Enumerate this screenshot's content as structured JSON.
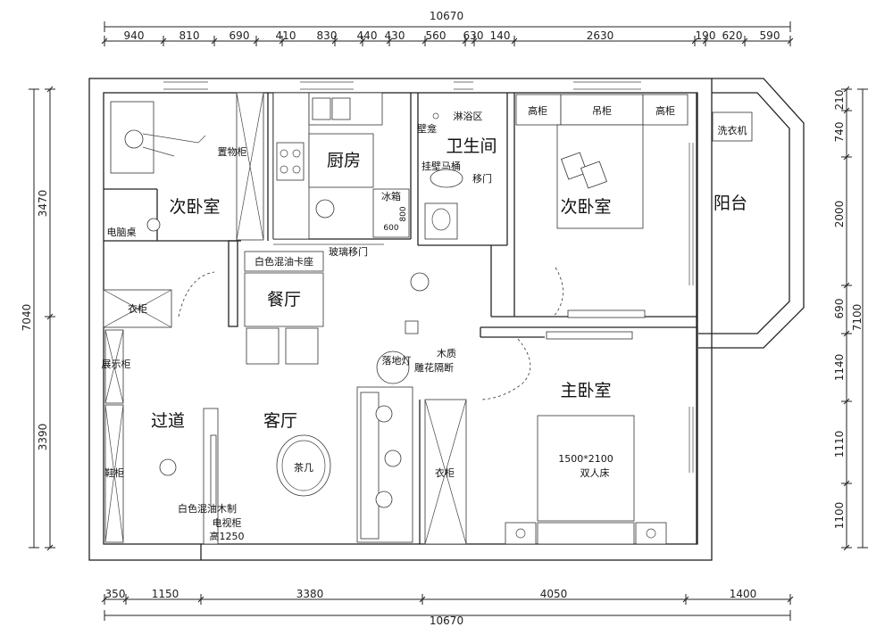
{
  "top_total": "10670",
  "top_segments": [
    "940",
    "810",
    "690",
    "410",
    "830",
    "440",
    "430",
    "560",
    "630",
    "140",
    "2630",
    "190",
    "620",
    "590"
  ],
  "bottom_total": "10670",
  "bottom_segments": [
    "350",
    "1150",
    "3380",
    "4050",
    "1400"
  ],
  "left_segments": [
    "3470",
    "3390"
  ],
  "left_total": "7040",
  "right_segments": [
    "210",
    "740",
    "2000",
    "690",
    "1140",
    "1110",
    "1100"
  ],
  "right_total": "7100",
  "rooms": {
    "bedroom_nw": "次卧室",
    "kitchen": "厨房",
    "bathroom": "卫生间",
    "bedroom_ne": "次卧室",
    "balcony": "阳台",
    "dining": "餐厅",
    "master": "主卧室",
    "hallway": "过道",
    "living": "客厅"
  },
  "labels": {
    "storage_cabinet": "置物柜",
    "computer_desk": "电脑桌",
    "wardrobe_left": "衣柜",
    "display_cabinet": "展示柜",
    "shoe_cabinet": "鞋柜",
    "fridge": "冰箱",
    "fridge_w": "600",
    "fridge_d": "800",
    "glass_door": "玻璃移门",
    "booth_seat": "白色混油卡座",
    "shower": "淋浴区",
    "niche": "壁龛",
    "wall_toilet": "挂壁马桶",
    "sliding_door": "移门",
    "tall_cab_1": "高柜",
    "hanging_cab": "吊柜",
    "tall_cab_2": "高柜",
    "washer": "洗衣机",
    "floor_lamp": "落地灯",
    "wood_partition_1": "木质",
    "wood_partition_2": "雕花隔断",
    "tea_table": "茶几",
    "wardrobe_master": "衣柜",
    "bed_size": "1500*2100",
    "double_bed": "双人床",
    "tv_1": "白色混油木制",
    "tv_2": "电视柜",
    "tv_3": "高1250"
  }
}
